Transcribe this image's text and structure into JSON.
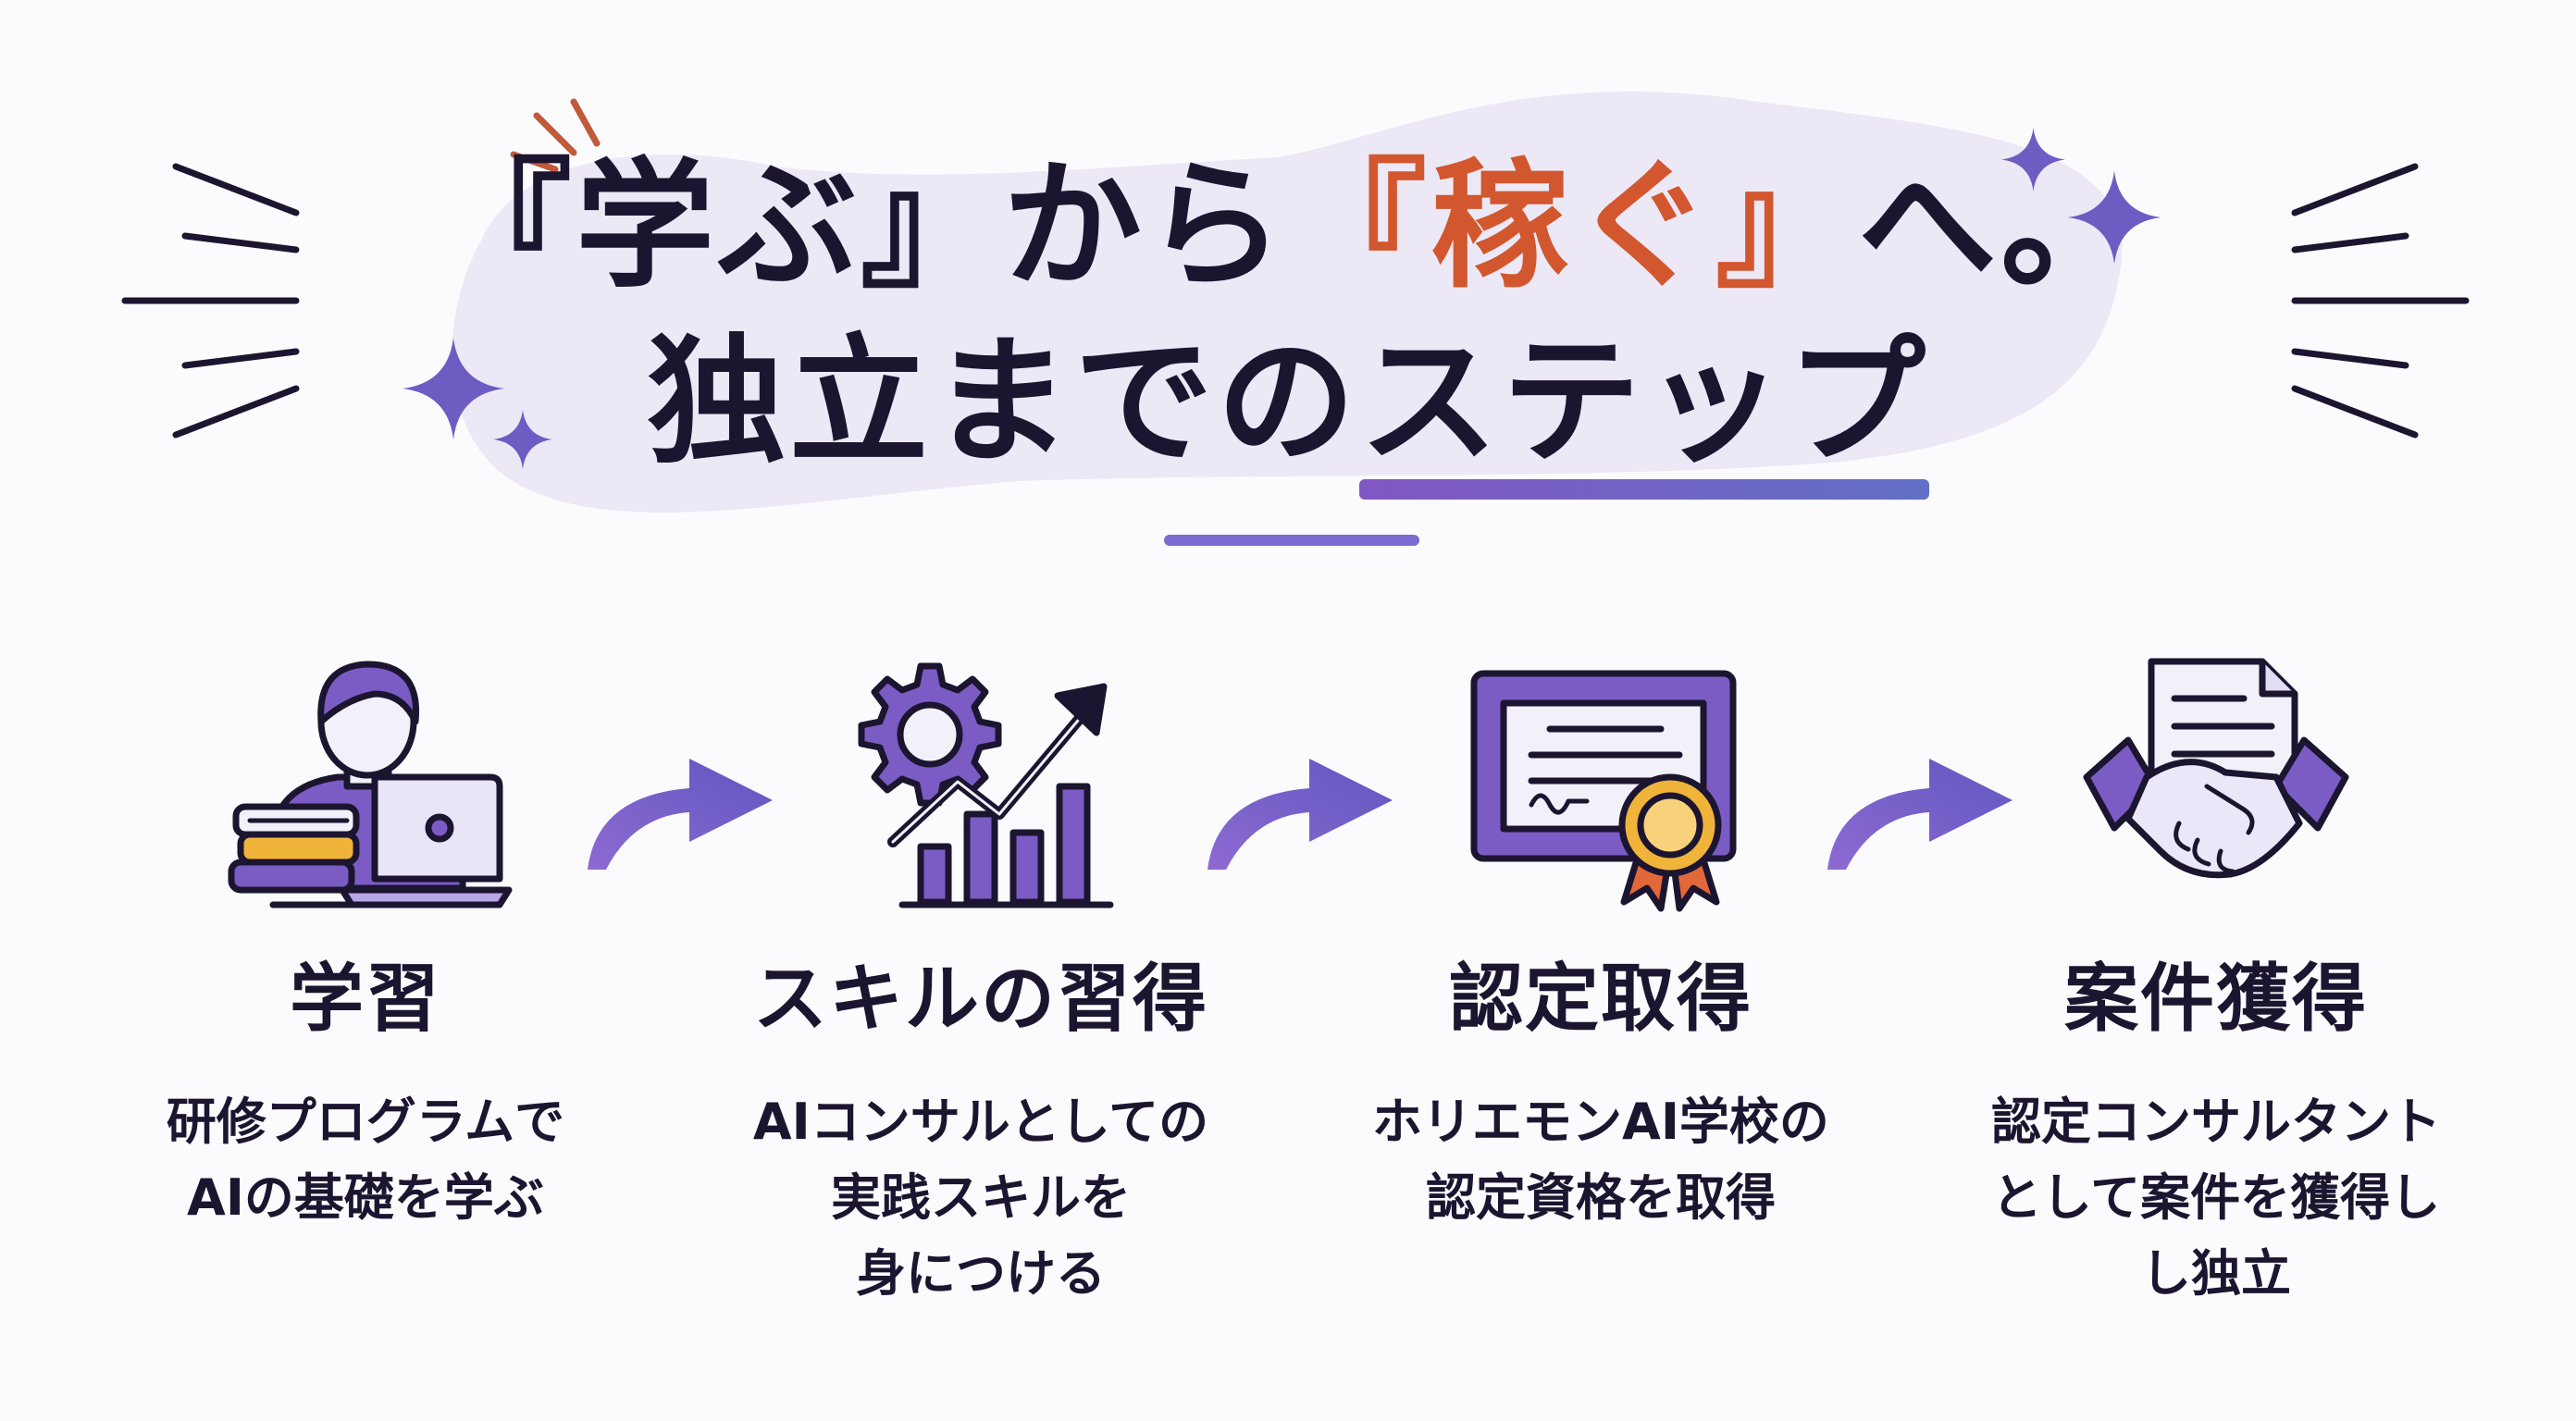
{
  "title": {
    "line1_prefix": "『学ぶ』から",
    "line1_accent": "『稼ぐ』",
    "line1_suffix": "へ。",
    "line2_plain": "独立までの",
    "line2_underlined": "ステップ"
  },
  "steps": [
    {
      "heading": "学習",
      "description": "研修プログラムで\nAIの基礎を学ぶ",
      "icon": "person-laptop-books-icon"
    },
    {
      "heading": "スキルの習得",
      "description": "AIコンサルとしての\n実践スキルを\n身につける",
      "icon": "gear-growth-chart-icon"
    },
    {
      "heading": "認定取得",
      "description": "ホリエモンAI学校の\n認定資格を取得",
      "icon": "certificate-award-icon"
    },
    {
      "heading": "案件獲得",
      "description": "認定コンサルタント\nとして案件を獲得し\nし独立",
      "icon": "handshake-contract-icon"
    }
  ],
  "colors": {
    "ink": "#1c1530",
    "accent": "#d2572e",
    "purple": "#7b5cc4",
    "lavender": "#b9a6e6",
    "blob": "#ece8f6",
    "gold": "#f0b43a"
  }
}
